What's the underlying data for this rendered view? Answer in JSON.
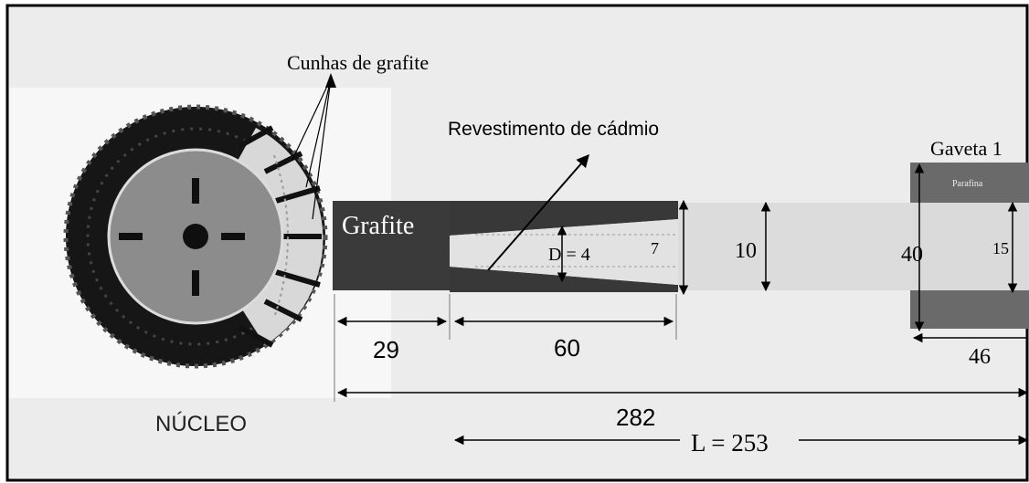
{
  "labels": {
    "wedges": "Cunhas de grafite",
    "cadmium": "Revestimento de cádmio",
    "drawer": "Gaveta 1",
    "paraffin": "Parafina",
    "graphite": "Grafite",
    "core": "NÚCLEO"
  },
  "dimensions": {
    "d_inner": "D = 4",
    "h_7": "7",
    "h_10": "10",
    "h_40": "40",
    "h_15": "15",
    "len_29": "29",
    "len_60": "60",
    "len_46": "46",
    "len_282": "282",
    "len_L": "L = 253"
  },
  "colors": {
    "frame": "#000000",
    "background": "#eeeeee",
    "core_bg": "#f6f6f6",
    "dark_block": "#3a3a3a",
    "channel": "#dcdcdc",
    "inner_disc": "#8a8a8a",
    "paraffin": "#6a6a6a"
  }
}
